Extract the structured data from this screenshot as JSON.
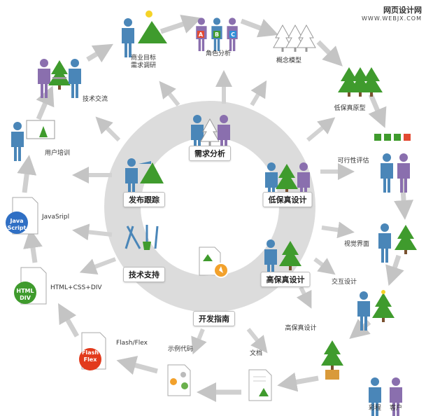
{
  "watermark": {
    "title": "网页设计网",
    "url": "WWW.WEBJX.COM"
  },
  "hubs": {
    "requirements_analysis": "需求分析",
    "low_fidelity_design": "低保真设计",
    "high_fidelity_design": "高保真设计",
    "dev_guide": "开发指南",
    "tech_support": "技术支持",
    "release_tracking": "发布跟踪"
  },
  "nodes": {
    "business_goals": "商业目标",
    "requirements_research": "需求调研",
    "persona_analysis": "角色分析",
    "concept_model": "概念模型",
    "low_fi_prototype": "低保真原型",
    "feasibility_eval": "可行性评估",
    "visual_interface": "视觉界面",
    "interaction_design": "交互设计",
    "high_fi_design": "高保真设计",
    "documents": "文档",
    "sample_code": "示例代码",
    "flash_flex": "Flash/Flex",
    "html_css_div": "HTML+CSS+DIV",
    "javascript": "JavaSripl",
    "user_training": "用户培训",
    "tech_exchange": "技术交流"
  },
  "legend": {
    "engineer": "彩程",
    "customer": "客户"
  },
  "badges": {
    "abc": [
      "A",
      "B",
      "C"
    ],
    "html_top": "HTML",
    "html_bottom": "DIV",
    "js_top": "Java",
    "js_bottom": "Script",
    "flash_top": "Flash",
    "flash_bottom": "Flex"
  },
  "colors": {
    "engineer_blue": "#4a86b8",
    "customer_purple": "#8a6fae",
    "tree_green": "#3f9b2d",
    "ring_gray": "#d9d9d9",
    "arrow_gray": "#c8c8c8"
  }
}
